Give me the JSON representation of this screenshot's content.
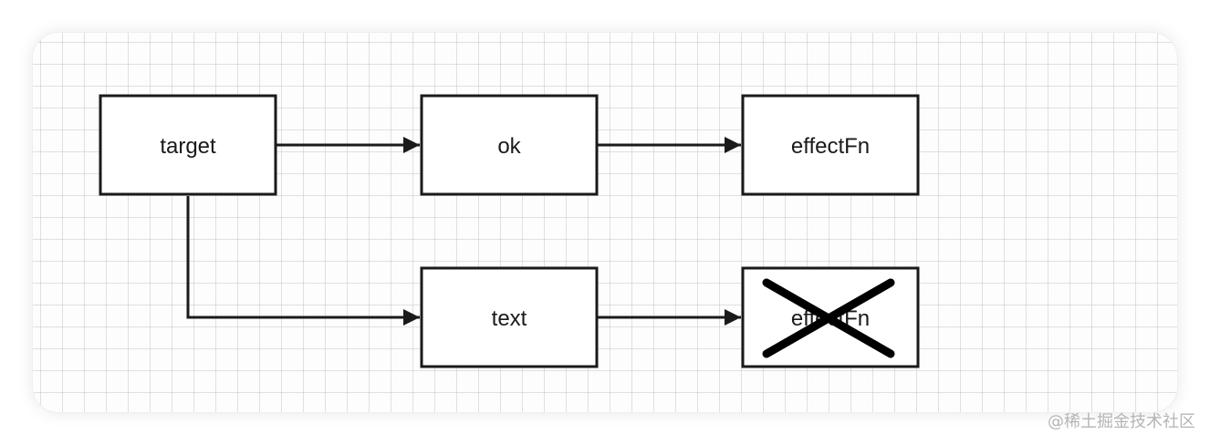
{
  "diagram": {
    "nodes": {
      "target": {
        "label": "target"
      },
      "ok": {
        "label": "ok"
      },
      "effect_fn_top": {
        "label": "effectFn"
      },
      "text": {
        "label": "text"
      },
      "effect_fn_bottom": {
        "label": "effectFn",
        "crossed_out": true
      }
    },
    "edges": [
      {
        "from": "target",
        "to": "ok"
      },
      {
        "from": "ok",
        "to": "effect_fn_top"
      },
      {
        "from": "target",
        "to": "text"
      },
      {
        "from": "text",
        "to": "effect_fn_bottom"
      }
    ],
    "colors": {
      "stroke": "#1a1a1a",
      "grid": "#c8c8c8",
      "cross": "#000000"
    }
  },
  "watermark": "@稀土掘金技术社区"
}
